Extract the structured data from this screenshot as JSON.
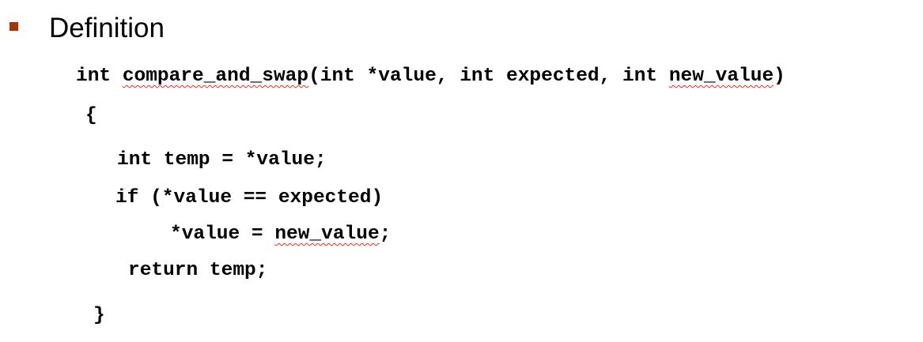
{
  "bullet": {
    "icon": "square-bullet-icon",
    "color": "#a0350a"
  },
  "heading": "Definition",
  "spellcheck_color": "#d0382f",
  "code": {
    "signature": {
      "kw_int": "int ",
      "func_name": "compare_and_swap",
      "params_a": "(int *value, int expected, int ",
      "param_new_value": "new_value",
      "close_paren": ")"
    },
    "open_brace": "{",
    "line_temp": "int temp = *value;",
    "line_if": "if (*value == expected)",
    "assign": {
      "lhs": "*value = ",
      "rhs": "new_value",
      "semicolon": ";"
    },
    "line_return": "return temp;",
    "close_brace": "}"
  }
}
